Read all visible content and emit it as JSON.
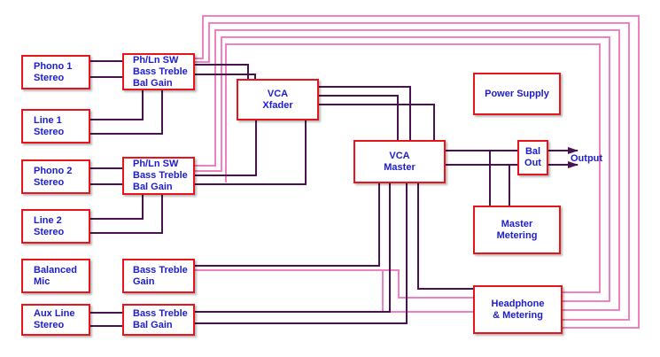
{
  "colors": {
    "box_border": "#e8141c",
    "box_text": "#1c1ccc",
    "signal_wire": "#4a1250",
    "power_wire": "#f080c0"
  },
  "blocks": {
    "phono1": [
      "Phono 1",
      "Stereo"
    ],
    "phlnsw1": [
      "Ph/Ln SW",
      "Bass Treble",
      "Bal Gain"
    ],
    "line1": [
      "Line 1",
      "Stereo"
    ],
    "vca_xfader": [
      "VCA",
      "Xfader"
    ],
    "phono2": [
      "Phono 2",
      "Stereo"
    ],
    "phlnsw2": [
      "Ph/Ln SW",
      "Bass Treble",
      "Bal Gain"
    ],
    "line2": [
      "Line 2",
      "Stereo"
    ],
    "vca_master": [
      "VCA",
      "Master"
    ],
    "power_supply": [
      "Power Supply"
    ],
    "bal_out": [
      "Bal",
      "Out"
    ],
    "master_metering": [
      "Master",
      "Metering"
    ],
    "balanced_mic": [
      "Balanced",
      "Mic"
    ],
    "bt_gain": [
      "Bass Treble",
      "Gain"
    ],
    "aux_line": [
      "Aux Line",
      "Stereo"
    ],
    "bt_balgain": [
      "Bass Treble",
      "Bal Gain"
    ],
    "headphone": [
      "Headphone",
      "& Metering"
    ]
  },
  "output_label": "Output"
}
